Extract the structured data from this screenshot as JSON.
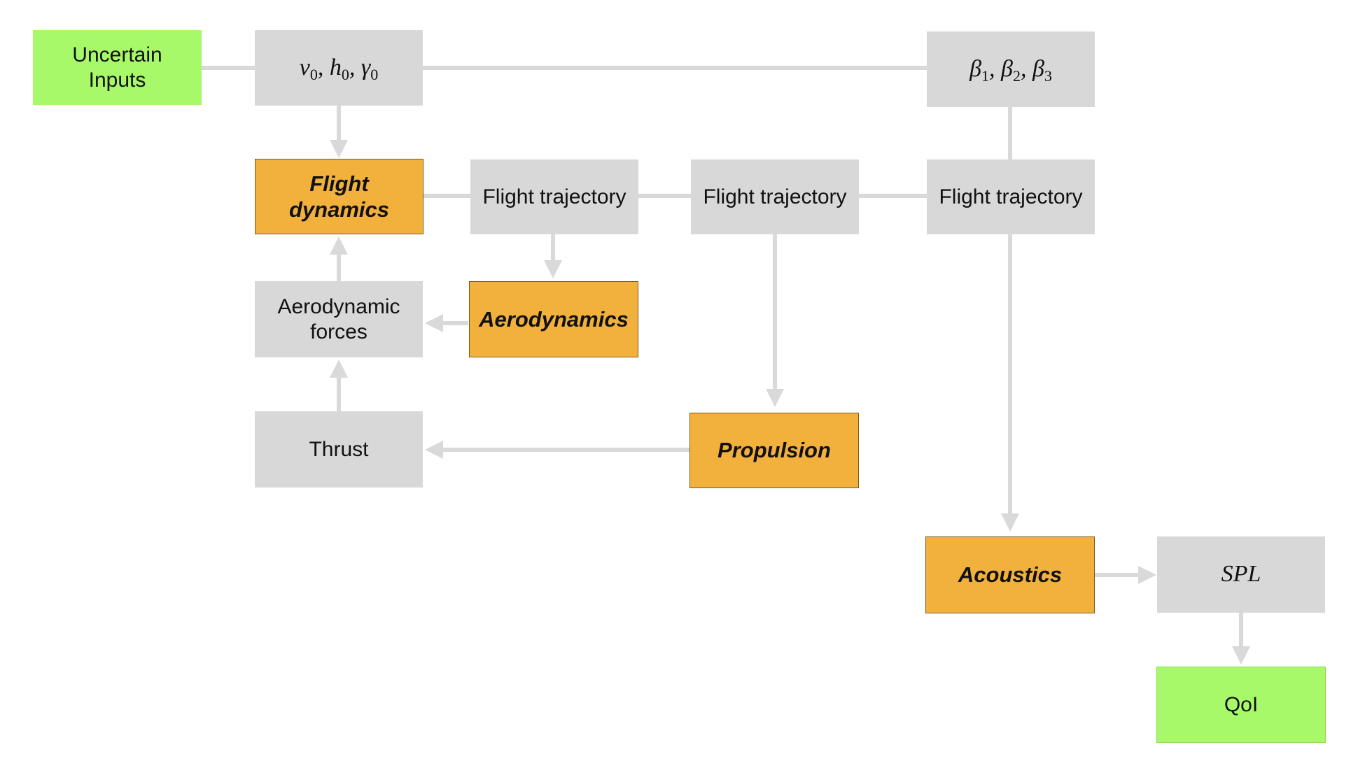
{
  "nodes": {
    "uncertain_inputs": {
      "line1": "Uncertain",
      "line2": "Inputs"
    },
    "initial_conditions": {
      "v": "v",
      "v_sub": "0",
      "h": "h",
      "h_sub": "0",
      "gamma": "γ",
      "gamma_sub": "0",
      "sep": ", "
    },
    "betas": {
      "b1": "β",
      "b1_sub": "1",
      "b2": "β",
      "b2_sub": "2",
      "b3": "β",
      "b3_sub": "3",
      "sep": ", "
    },
    "flight_dynamics": {
      "line1": "Flight",
      "line2": "dynamics"
    },
    "flight_trajectory_1": {
      "label": "Flight trajectory"
    },
    "flight_trajectory_2": {
      "label": "Flight trajectory"
    },
    "flight_trajectory_3": {
      "label": "Flight trajectory"
    },
    "aerodynamic_forces": {
      "line1": "Aerodynamic",
      "line2": "forces"
    },
    "aerodynamics": {
      "label": "Aerodynamics"
    },
    "thrust": {
      "label": "Thrust"
    },
    "propulsion": {
      "label": "Propulsion"
    },
    "acoustics": {
      "label": "Acoustics"
    },
    "spl": {
      "label": "SPL"
    },
    "qoi": {
      "label": "QoI"
    }
  },
  "colors": {
    "input_output": "#a8f96a",
    "discipline": "#f2b13c",
    "data": "#d8d8d8",
    "connector": "#d9d9d9"
  }
}
